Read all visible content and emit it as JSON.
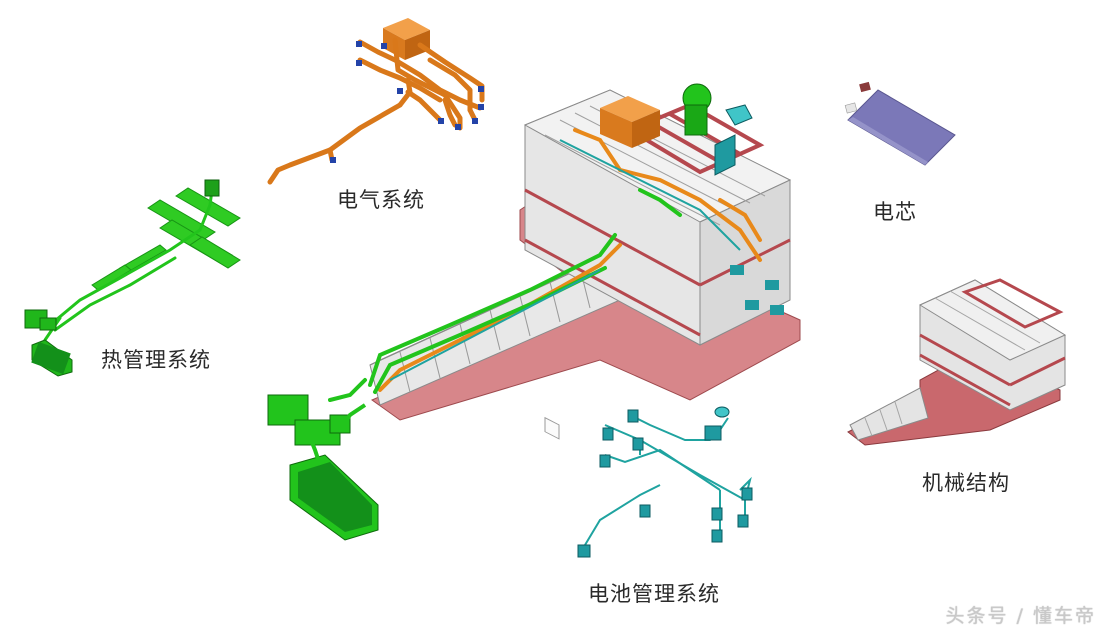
{
  "diagram": {
    "type": "exploded-assembly",
    "subject": "battery-pack",
    "components": [
      {
        "id": "electrical",
        "label": "电气系统",
        "color": "#e8891a"
      },
      {
        "id": "cell",
        "label": "电芯",
        "color": "#7b78b8"
      },
      {
        "id": "thermal",
        "label": "热管理系统",
        "color": "#22c41c"
      },
      {
        "id": "mechanical",
        "label": "机械结构",
        "color": "#c44a4a"
      },
      {
        "id": "bms",
        "label": "电池管理系统",
        "color": "#1fa3a0"
      }
    ],
    "colors": {
      "orange_harness": "#e8891a",
      "blue_connector": "#2343a8",
      "green_thermal": "#22c41c",
      "dark_green": "#13901a",
      "teal_bms": "#1fa3a0",
      "module_grey": "#e4e4e4",
      "module_outline": "#8a8a8a",
      "tray_pink": "#d7868a",
      "frame_red": "#b5484e",
      "cell_purple": "#7b78b8"
    }
  },
  "labels": {
    "electrical": "电气系统",
    "cell": "电芯",
    "thermal": "热管理系统",
    "mechanical": "机械结构",
    "bms": "电池管理系统"
  },
  "watermark": "头条号 / 懂车帝"
}
